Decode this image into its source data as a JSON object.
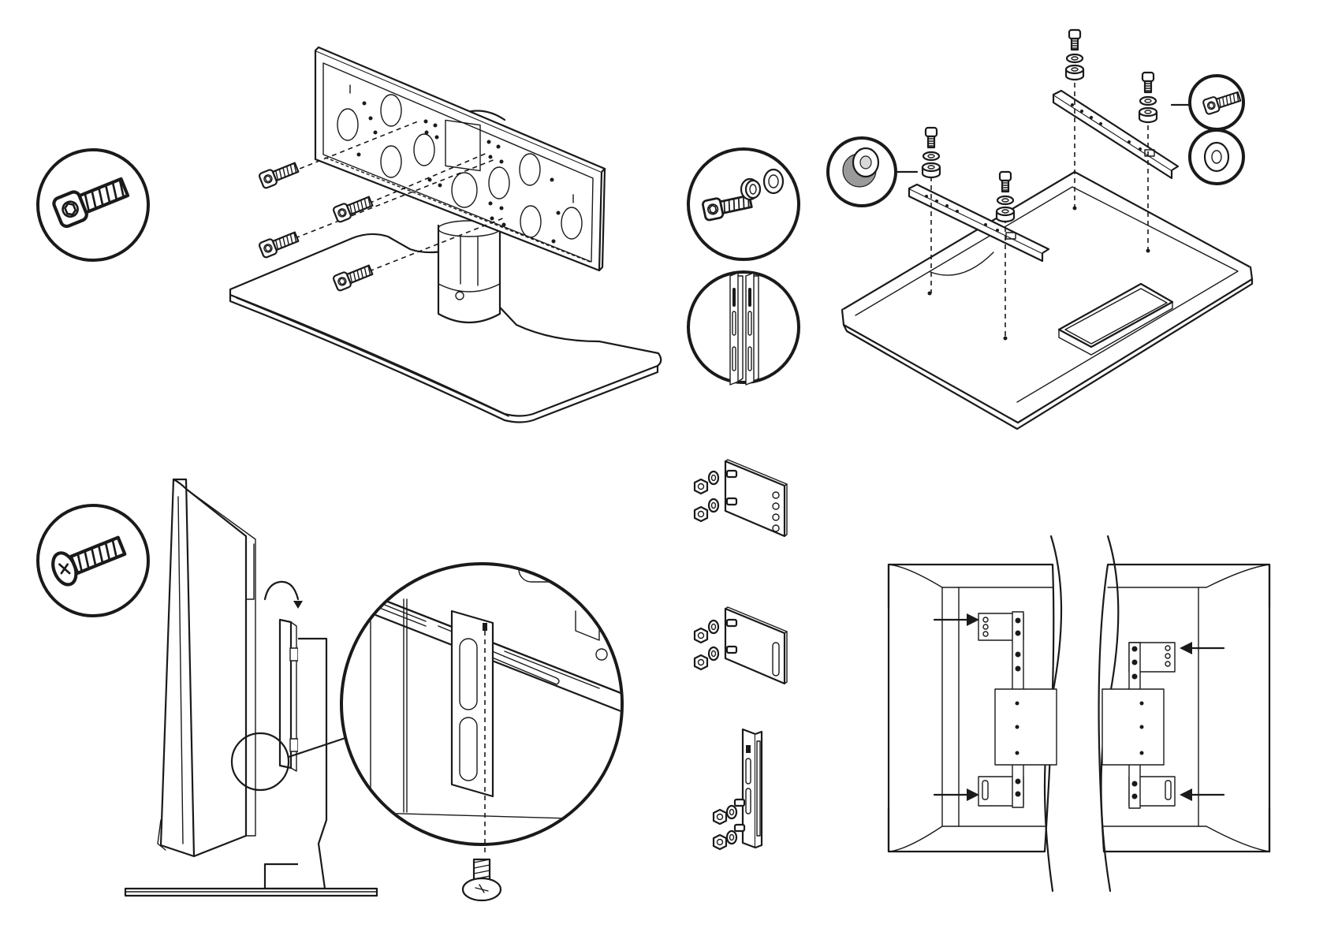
{
  "figure": {
    "panels": [
      "stand-assembly",
      "rail-mounting",
      "bracket-hook-on",
      "plate-variants",
      "rear-alignment"
    ]
  },
  "icons": {
    "socket-cap-screw": "socket-cap-screw-icon",
    "phillips-screw": "phillips-screw-icon",
    "washer-stack": "washer-stack-icon",
    "rail-pair": "rail-pair-icon",
    "washer": "washer-icon"
  },
  "colors": {
    "line": "#1a1a1a",
    "fill": "#ffffff",
    "shade": "#9a9a9a"
  }
}
